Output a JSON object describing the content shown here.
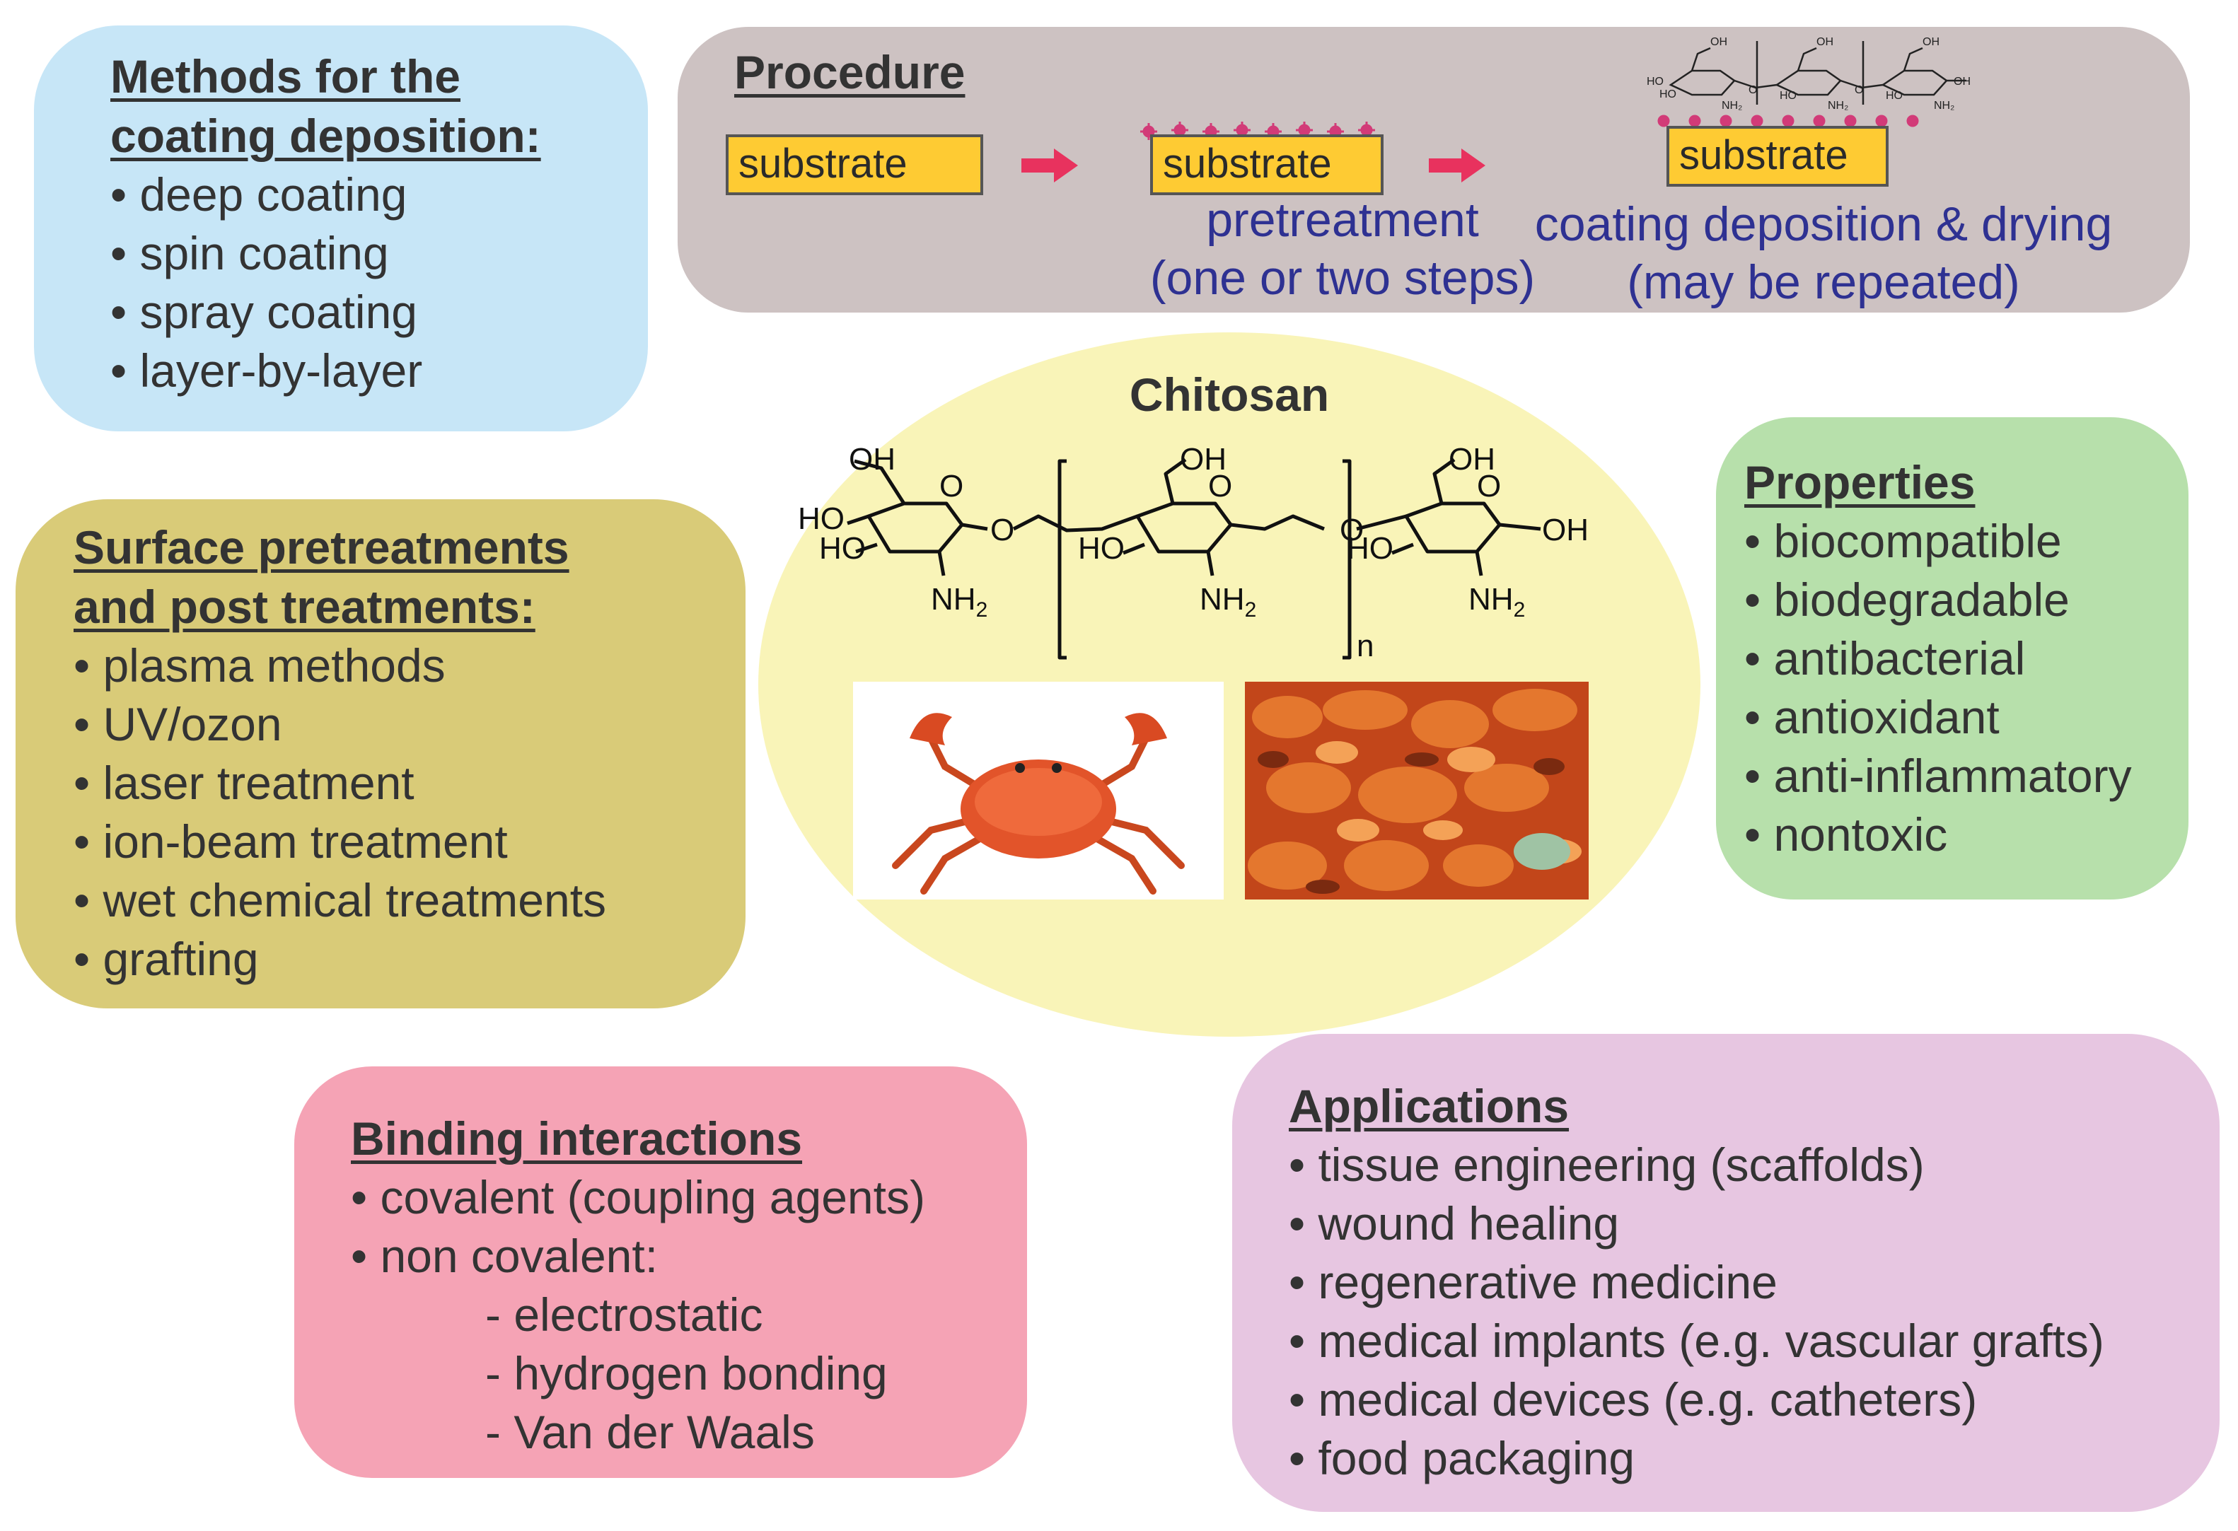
{
  "methods": {
    "heading_line1": "Methods for the",
    "heading_line2": "coating deposition:",
    "items": [
      "• deep coating",
      "• spin coating",
      "• spray coating",
      "• layer-by-layer"
    ]
  },
  "procedure": {
    "heading": "Procedure",
    "substrate_label": "substrate",
    "step2_line1": "pretreatment",
    "step2_line2": "(one or two steps)",
    "step3_line1": "coating deposition & drying",
    "step3_line2": "(may be repeated)"
  },
  "surface": {
    "heading_line1": "Surface pretreatments",
    "heading_line2": "and post treatments:",
    "items": [
      "• plasma methods",
      "• UV/ozon",
      "• laser treatment",
      "• ion-beam treatment",
      "• wet chemical treatments",
      "• grafting"
    ]
  },
  "chitosan": {
    "title": "Chitosan",
    "labels": {
      "oh": "OH",
      "o": "O",
      "ho": "HO",
      "nh2": "NH",
      "sub2": "2",
      "n": "n"
    },
    "small_labels": {
      "oh": "OH",
      "ho": "HO",
      "nh2": "NH₂",
      "o": "O"
    }
  },
  "properties": {
    "heading": "Properties",
    "items": [
      "• biocompatible",
      "• biodegradable",
      "• antibacterial",
      "• antioxidant",
      "• anti-inflammatory",
      "• nontoxic"
    ]
  },
  "binding": {
    "heading": "Binding interactions",
    "items": [
      "• covalent (coupling agents)",
      "• non covalent:"
    ],
    "sub_items": [
      "- electrostatic",
      "- hydrogen bonding",
      "- Van der Waals"
    ]
  },
  "applications": {
    "heading": "Applications",
    "items": [
      "• tissue engineering (scaffolds)",
      "• wound healing",
      "• regenerative medicine",
      "• medical implants (e.g. vascular grafts)",
      "• medical devices (e.g. catheters)",
      "• food packaging"
    ]
  },
  "colors": {
    "methods_bg": "#c7e6f7",
    "procedure_bg": "#cdc2c2",
    "surface_bg": "#d9cb78",
    "chitosan_bg": "#f9f4b8",
    "properties_bg": "#b7e0ab",
    "binding_bg": "#f5a3b5",
    "applications_bg": "#e7c6e1",
    "substrate_fill": "#fecb33",
    "arrow_color": "#e8325e",
    "caption_color": "#2e3192",
    "particle_color": "#d23b78"
  },
  "icons": [
    "arrow-right-icon",
    "crab-icon",
    "crab-shells-photo",
    "chitosan-structure-icon"
  ]
}
